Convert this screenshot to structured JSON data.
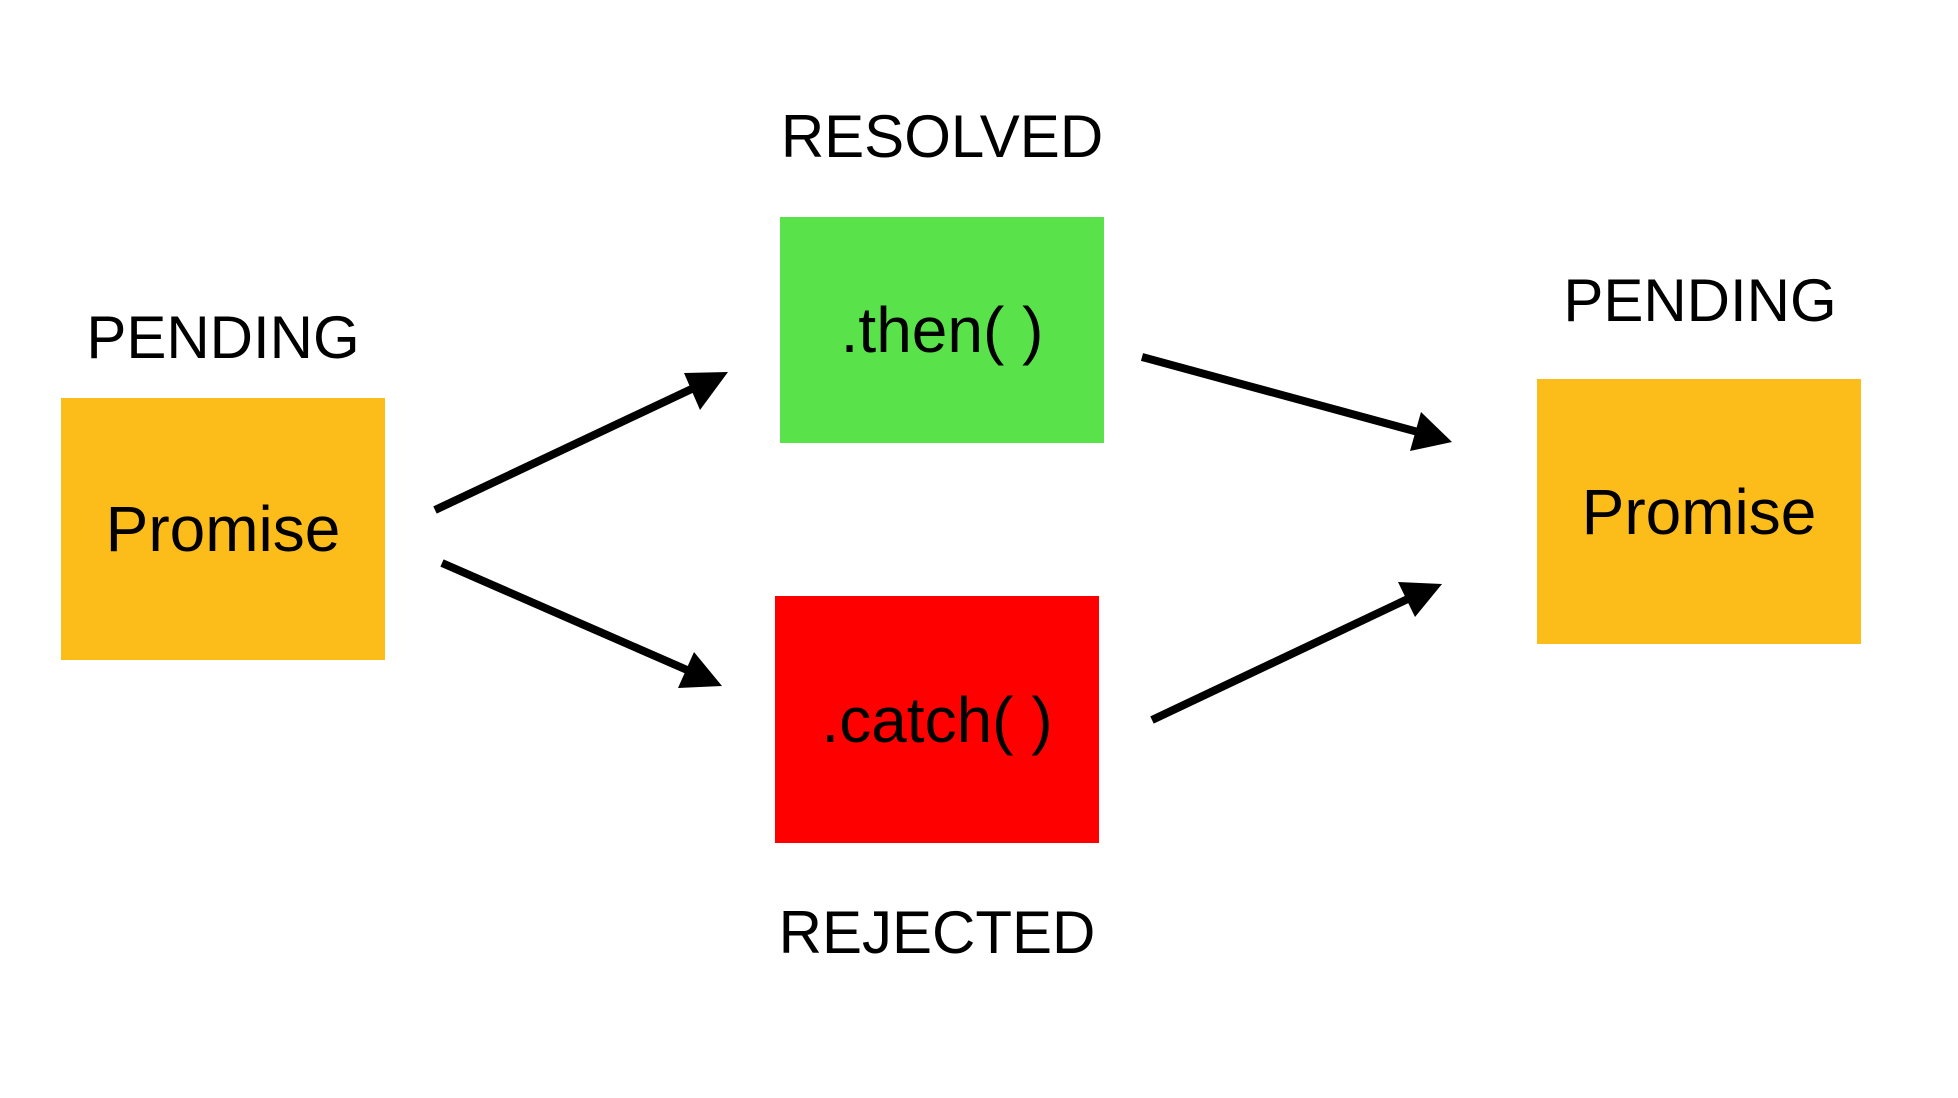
{
  "labels": {
    "pending_left": "PENDING",
    "resolved": "RESOLVED",
    "pending_right": "PENDING",
    "rejected": "REJECTED"
  },
  "boxes": {
    "left_promise": {
      "text": "Promise",
      "color": "#FCBD1A"
    },
    "then": {
      "text": ".then( )",
      "color": "#5AE24B"
    },
    "catch": {
      "text": ".catch( )",
      "color": "#FF0000"
    },
    "right_promise": {
      "text": "Promise",
      "color": "#FCBD1A"
    }
  },
  "arrow_color": "#000000"
}
